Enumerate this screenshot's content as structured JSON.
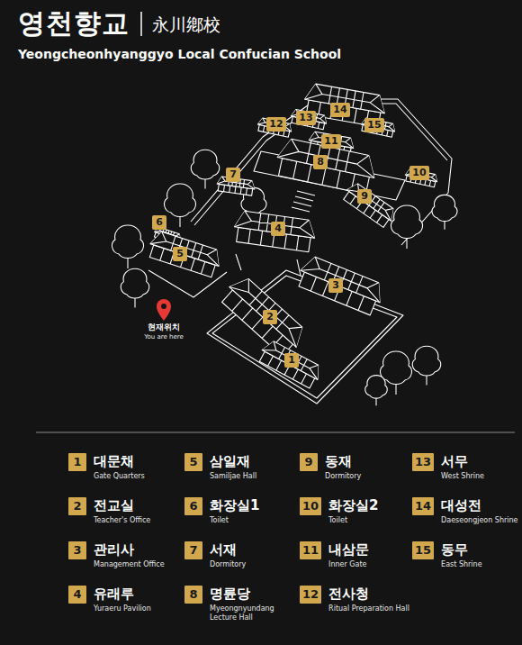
{
  "diagram": {
    "title": "영천향교",
    "nodes": [
      {
        "text": [
          "1"
        ]
      },
      {
        "text": [
          "2"
        ]
      },
      {
        "text": [
          "3"
        ]
      },
      {
        "text": [
          "4"
        ]
      },
      {
        "text": [
          "5"
        ]
      },
      {
        "text": [
          "6"
        ]
      },
      {
        "text": [
          "7"
        ]
      },
      {
        "text": [
          "8"
        ]
      },
      {
        "text": [
          "9"
        ]
      },
      {
        "text": [
          "10"
        ]
      },
      {
        "text": [
          "11"
        ]
      },
      {
        "text": [
          "12"
        ]
      },
      {
        "text": [
          "13"
        ]
      },
      {
        "text": [
          "14"
        ]
      },
      {
        "text": [
          "15"
        ]
      },
      {
        "text": [
          "1",
          "대문채",
          "Gate Quarters"
        ]
      },
      {
        "text": [
          "2",
          "전교실",
          "Teacher's Office"
        ]
      },
      {
        "text": [
          "3",
          "관리사",
          "Management Office"
        ]
      },
      {
        "text": [
          "4",
          "유래루",
          "Yuraeru Pavilion"
        ]
      },
      {
        "text": [
          "5",
          "삼일재",
          "Samiljae Hall"
        ]
      },
      {
        "text": [
          "6",
          "화장실1",
          "Toilet"
        ]
      },
      {
        "text": [
          "7",
          "서재",
          "Dormitory"
        ]
      },
      {
        "text": [
          "8",
          "명륜당",
          "Myeongnyundang Lecture Hall"
        ]
      },
      {
        "text": [
          "9",
          "동재",
          "Dormitory"
        ]
      },
      {
        "text": [
          "10",
          "화장실2",
          "Toilet"
        ]
      },
      {
        "text": [
          "11",
          "내삼문",
          "Inner Gate"
        ]
      },
      {
        "text": [
          "12",
          "전사청",
          "Ritual Preparation Hall"
        ]
      },
      {
        "text": [
          "13",
          "서무",
          "West Shrine"
        ]
      },
      {
        "text": [
          "14",
          "대성전",
          "Daeseongjeon Shrine"
        ]
      },
      {
        "text": [
          "15",
          "동무",
          "East Shrine"
        ]
      }
    ],
    "labels": [
      "永川鄕校",
      "Yeongcheonhyanggyo Local Confucian School",
      "현재위치",
      "You are here"
    ]
  }
}
